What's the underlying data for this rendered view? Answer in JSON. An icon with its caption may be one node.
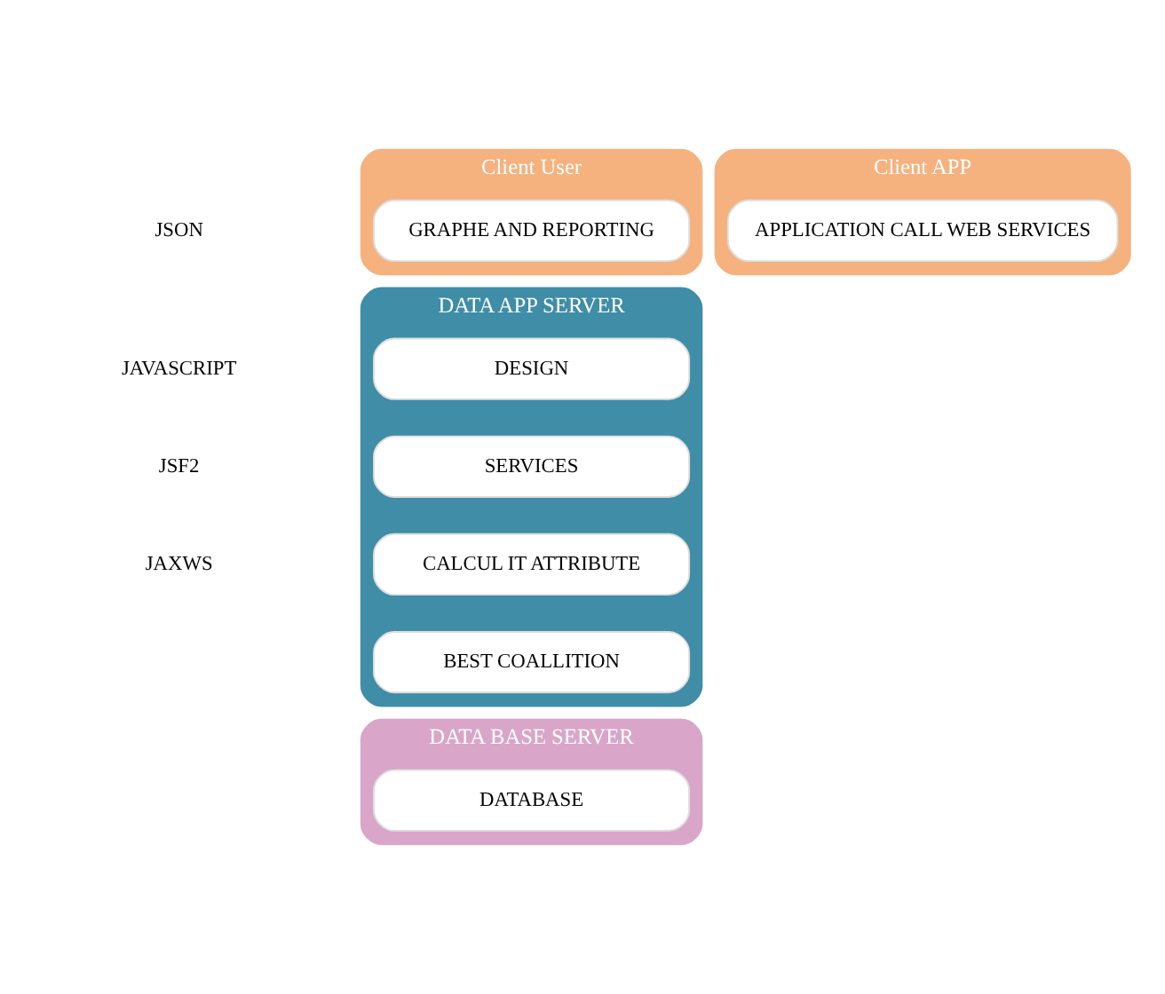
{
  "diagram": {
    "nodes": [
      {
        "text": [
          "Client User"
        ]
      },
      {
        "text": [
          "GRAPHE AND REPORTING"
        ],
        "in": 0
      },
      {
        "text": [
          "Client APP"
        ]
      },
      {
        "text": [
          "APPLICATION CALL WEB SERVICES"
        ],
        "in": 2
      },
      {
        "text": [
          "DATA APP SERVER"
        ]
      },
      {
        "text": [
          "DESIGN"
        ],
        "in": 4
      },
      {
        "text": [
          "SERVICES"
        ],
        "in": 4
      },
      {
        "text": [
          "CALCUL IT ATTRIBUTE"
        ],
        "in": 4
      },
      {
        "text": [
          "BEST COALLITION"
        ],
        "in": 4
      },
      {
        "text": [
          "DATA BASE SERVER"
        ]
      },
      {
        "text": [
          "DATABASE"
        ],
        "in": 9
      }
    ],
    "labels": [
      "JSON",
      "JAVASCRIPT",
      "JSF2",
      "JAXWS"
    ]
  }
}
